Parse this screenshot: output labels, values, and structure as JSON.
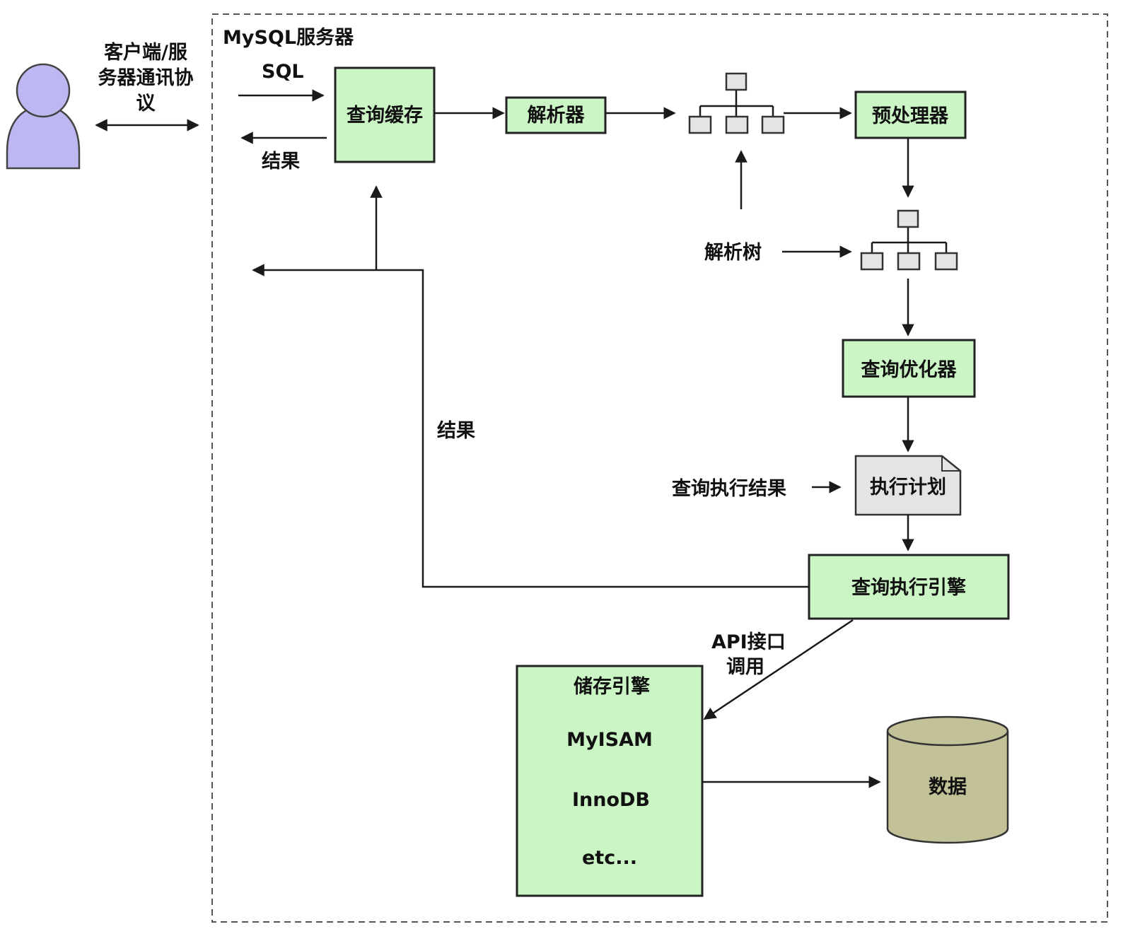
{
  "client": {
    "protocol_label_lines": [
      "客户端/服",
      "务器通讯协",
      "议"
    ]
  },
  "server": {
    "title": "MySQL服务器"
  },
  "labels": {
    "sql": "SQL",
    "result_top": "结果",
    "result_left": "结果",
    "parse_tree": "解析树",
    "query_exec_result": "查询执行结果",
    "api_call_lines": [
      "API接口",
      "调用"
    ]
  },
  "nodes": {
    "query_cache": "查询缓存",
    "parser": "解析器",
    "preprocessor": "预处理器",
    "optimizer": "查询优化器",
    "exec_plan": "执行计划",
    "exec_engine": "查询执行引擎",
    "storage_engine": {
      "title": "储存引擎",
      "items": [
        "MyISAM",
        "InnoDB",
        "etc..."
      ]
    },
    "data": "数据"
  },
  "colors": {
    "green_box": "#ccf5c6",
    "user_icon": "#bdb7f2",
    "database": "#c3c198",
    "document": "#e4e4e4"
  }
}
